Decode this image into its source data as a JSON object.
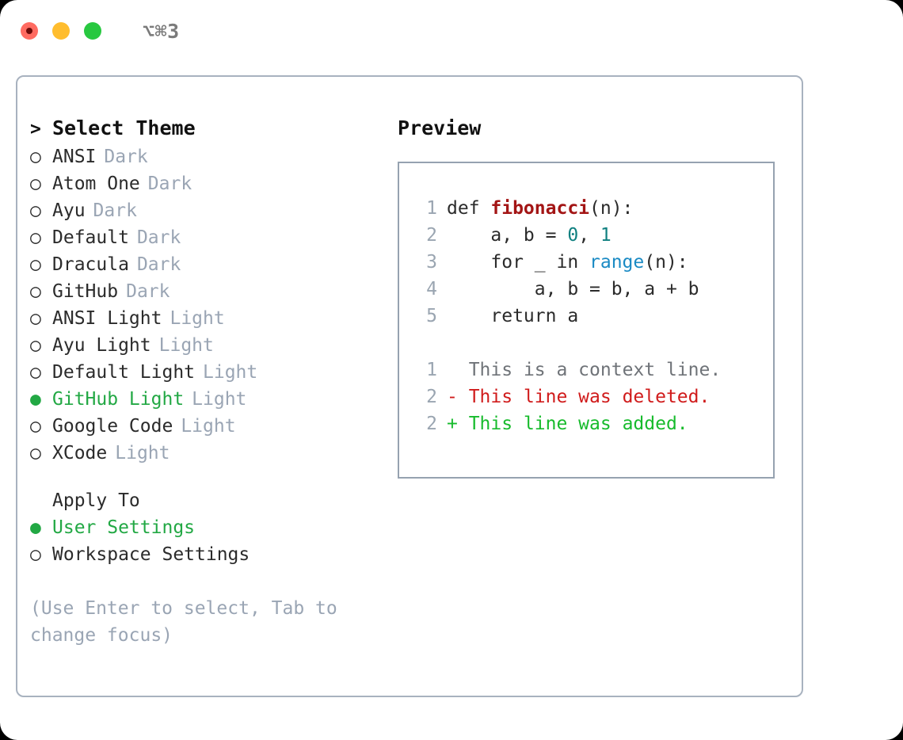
{
  "window": {
    "shortcut": "⌥⌘3",
    "traffic_lights": [
      {
        "name": "close",
        "color": "#ff6b61"
      },
      {
        "name": "minimize",
        "color": "#ffbd2e"
      },
      {
        "name": "maximize",
        "color": "#28c840"
      }
    ]
  },
  "colors": {
    "accent_selected": "#22a844",
    "muted": "#9aa5b4",
    "text": "#2b2b2b",
    "panel_border": "#a8b2bf",
    "preview_border": "#96a2b0",
    "diff_add": "#17bb2c",
    "diff_del": "#d01b1b",
    "syntax_function": "#a31515",
    "syntax_number": "#108080",
    "syntax_call": "#1a8ac4"
  },
  "theme_picker": {
    "prompt": ">",
    "title": "Select Theme",
    "bullet_unselected": "○",
    "bullet_selected": "●",
    "items": [
      {
        "name": "ANSI",
        "mode": "Dark",
        "selected": false
      },
      {
        "name": "Atom One",
        "mode": "Dark",
        "selected": false
      },
      {
        "name": "Ayu",
        "mode": "Dark",
        "selected": false
      },
      {
        "name": "Default",
        "mode": "Dark",
        "selected": false
      },
      {
        "name": "Dracula",
        "mode": "Dark",
        "selected": false
      },
      {
        "name": "GitHub",
        "mode": "Dark",
        "selected": false
      },
      {
        "name": "ANSI Light",
        "mode": "Light",
        "selected": false
      },
      {
        "name": "Ayu Light",
        "mode": "Light",
        "selected": false
      },
      {
        "name": "Default Light",
        "mode": "Light",
        "selected": false
      },
      {
        "name": "GitHub Light",
        "mode": "Light",
        "selected": true
      },
      {
        "name": "Google Code",
        "mode": "Light",
        "selected": false
      },
      {
        "name": "XCode",
        "mode": "Light",
        "selected": false
      }
    ]
  },
  "apply_to": {
    "label": "Apply To",
    "options": [
      {
        "name": "User Settings",
        "selected": true
      },
      {
        "name": "Workspace Settings",
        "selected": false
      }
    ]
  },
  "hint": "(Use Enter to select, Tab to change focus)",
  "preview": {
    "title": "Preview",
    "code_lines": [
      {
        "num": "1",
        "segments": [
          {
            "text": "def ",
            "style": "plain"
          },
          {
            "text": "fibonacci",
            "style": "fn"
          },
          {
            "text": "(n):",
            "style": "plain"
          }
        ]
      },
      {
        "num": "2",
        "segments": [
          {
            "text": "    a, b = ",
            "style": "plain"
          },
          {
            "text": "0",
            "style": "num"
          },
          {
            "text": ", ",
            "style": "plain"
          },
          {
            "text": "1",
            "style": "num"
          }
        ]
      },
      {
        "num": "3",
        "segments": [
          {
            "text": "    for _ in ",
            "style": "plain"
          },
          {
            "text": "range",
            "style": "call"
          },
          {
            "text": "(n):",
            "style": "plain"
          }
        ]
      },
      {
        "num": "4",
        "segments": [
          {
            "text": "        a, b = b, a + b",
            "style": "plain"
          }
        ]
      },
      {
        "num": "5",
        "segments": [
          {
            "text": "    return a",
            "style": "plain"
          }
        ]
      }
    ],
    "diff_lines": [
      {
        "num": "1",
        "marker": "  ",
        "text": "This is a context line.",
        "kind": "ctx"
      },
      {
        "num": "2",
        "marker": "- ",
        "text": "This line was deleted.",
        "kind": "del"
      },
      {
        "num": "2",
        "marker": "+ ",
        "text": "This line was added.",
        "kind": "add"
      }
    ]
  }
}
